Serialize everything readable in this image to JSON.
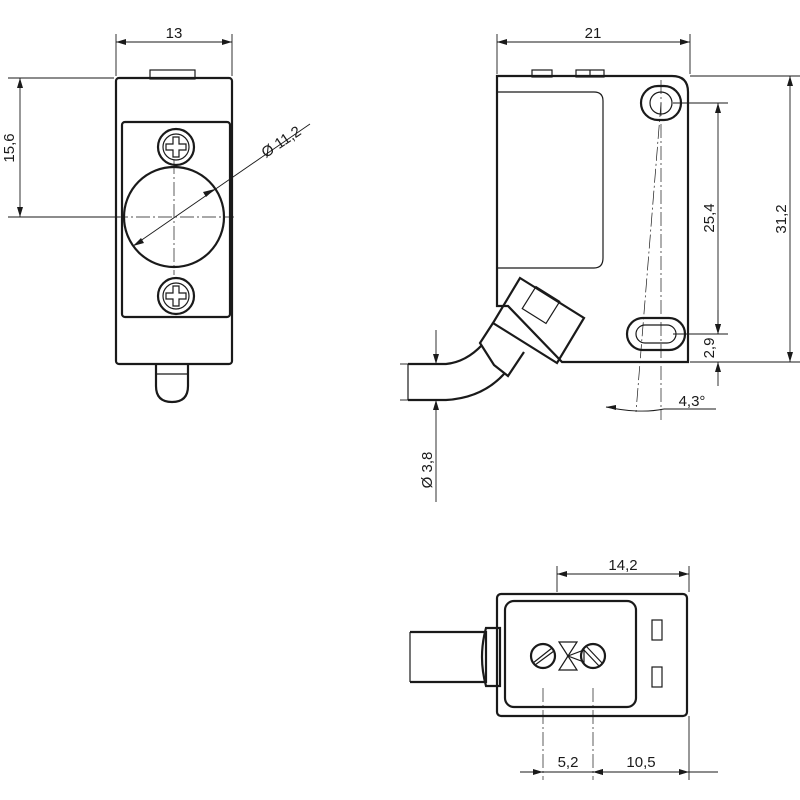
{
  "dimensions": {
    "front_width": "13",
    "front_height": "15,6",
    "lens_diameter": "Ø 11,2",
    "side_width": "21",
    "hole_spacing": "25,4",
    "overall_height": "31,2",
    "hole_offset": "2,9",
    "beam_angle": "4,3°",
    "cable_diameter": "Ø 3,8",
    "back_width": "14,2",
    "pot_offset": "5,2",
    "pot_distance": "10,5"
  }
}
